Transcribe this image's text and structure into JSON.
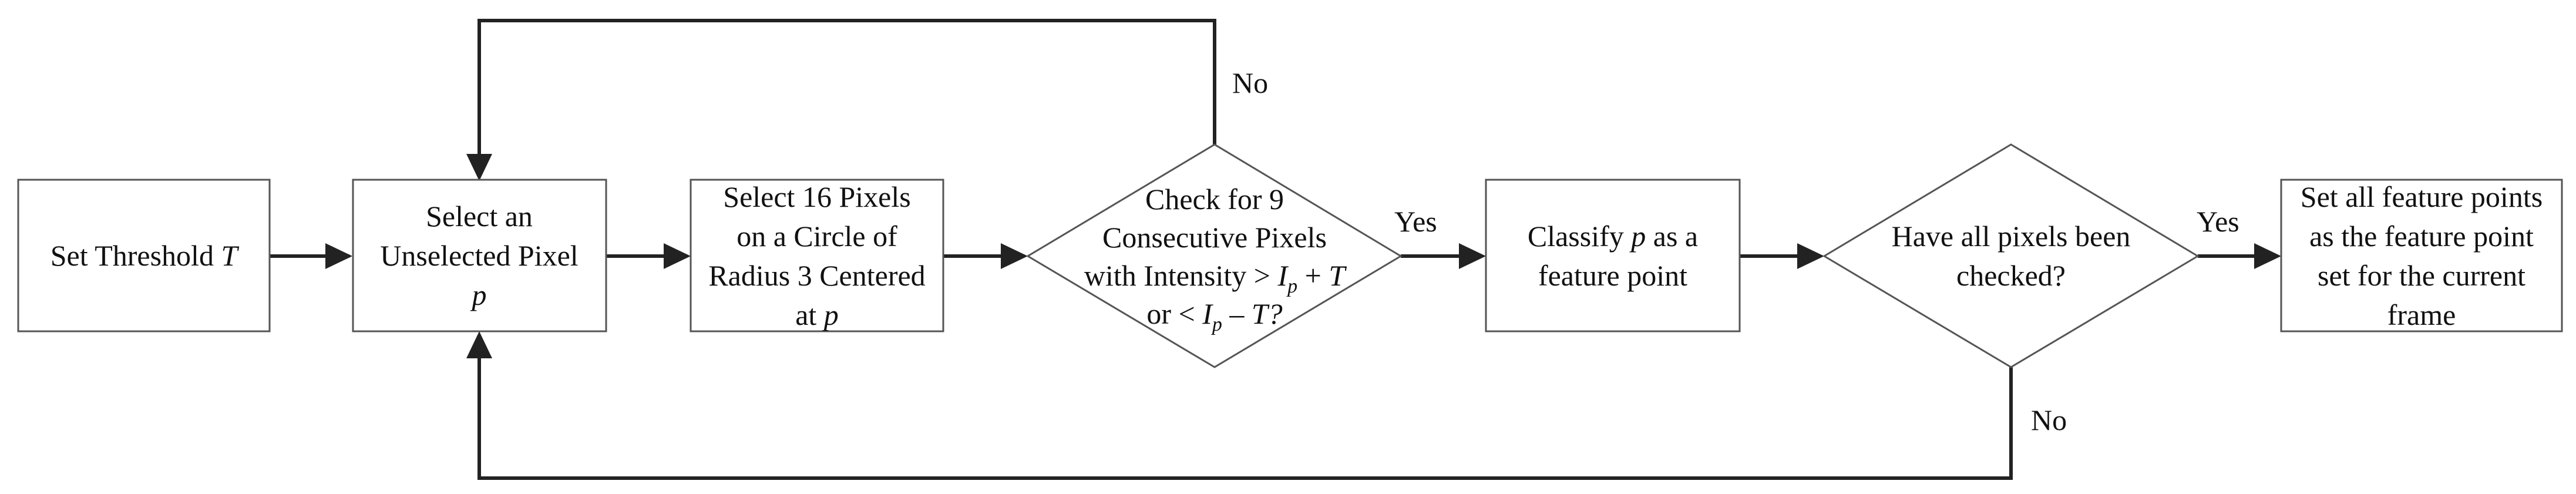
{
  "nodes": {
    "set_threshold": {
      "text": "Set Threshold ",
      "var": "T"
    },
    "select_pixel": {
      "line1": "Select an",
      "line2": "Unselected Pixel",
      "var": "p"
    },
    "select_16": {
      "line1": "Select 16 Pixels",
      "line2": "on a Circle of",
      "line3": "Radius 3 Centered",
      "line4_prefix": "at ",
      "line4_var": "p"
    },
    "check_9": {
      "line1": "Check for 9",
      "line2": "Consecutive Pixels",
      "line3_prefix": "with Intensity > ",
      "line3_var": "I",
      "line3_sub": "p",
      "line3_suffix": " + ",
      "line3_var2": "T",
      "line4_prefix": "or < ",
      "line4_var": "I",
      "line4_sub": "p",
      "line4_mid": " – ",
      "line4_var2": "T?"
    },
    "classify": {
      "line1_prefix": "Classify ",
      "line1_var": "p",
      "line1_suffix": " as a",
      "line2": "feature point"
    },
    "all_checked": {
      "line1": "Have all pixels been",
      "line2": "checked?"
    },
    "set_all": {
      "line1": "Set all feature points",
      "line2": "as the feature point",
      "line3": "set for the current",
      "line4": "frame"
    }
  },
  "edge_labels": {
    "check_no": "No",
    "check_yes": "Yes",
    "all_yes": "Yes",
    "all_no": "No"
  }
}
